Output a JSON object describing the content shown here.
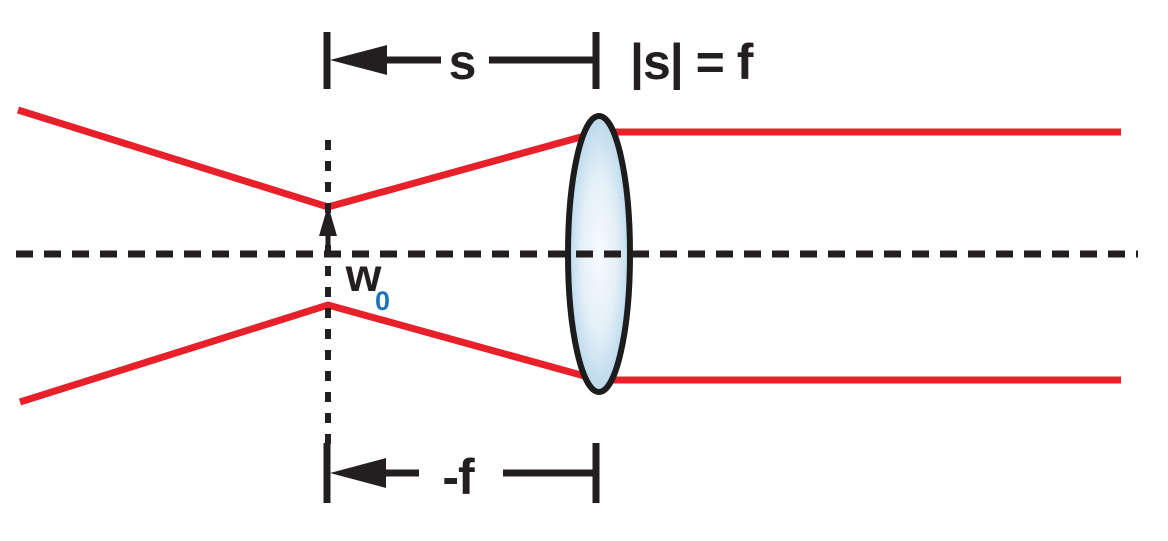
{
  "figure": {
    "description": "Gaussian beam waist collimated by a positive lens; beam waist located one focal length from the lens",
    "labels": {
      "top_distance": "s",
      "top_condition": "|s| = f",
      "bottom_distance": "-f",
      "waist_symbol": "w",
      "waist_subscript": "0"
    },
    "colors": {
      "background": "#ffffff",
      "beam_red": "#e8202a",
      "ink_dark": "#231f20",
      "subscript_blue": "#1c75bc",
      "lens_center": "#f8fbfd",
      "lens_mid": "#e3eff7",
      "lens_edge": "#b7d6ea",
      "lens_outline": "#1c1c1c"
    }
  }
}
